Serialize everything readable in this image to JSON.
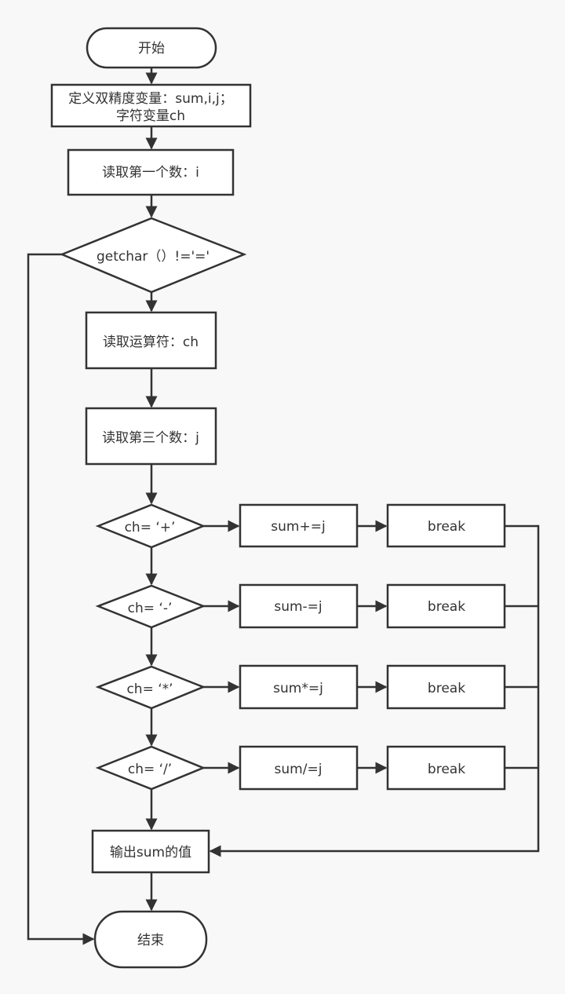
{
  "colors": {
    "background": "#f8f8f8",
    "stroke": "#333333",
    "fill": "#ffffff",
    "text": "#333333"
  },
  "nodes": {
    "start": "开始",
    "declare_line1": "定义双精度变量：sum,i,j；",
    "declare_line2": "字符变量ch",
    "read_first": "读取第一个数：i",
    "loop_cond": "getchar（）!='='",
    "read_op": "读取运算符：ch",
    "read_third": "读取第三个数：j",
    "cond_plus": "ch= ‘+’",
    "op_plus": "sum+=j",
    "break_plus": "break",
    "cond_minus": "ch= ‘-’",
    "op_minus": "sum-=j",
    "break_minus": "break",
    "cond_mul": "ch= ‘*’",
    "op_mul": "sum*=j",
    "break_mul": "break",
    "cond_div": "ch= ‘/’",
    "op_div": "sum/=j",
    "break_div": "break",
    "output": "输出sum的值",
    "end": "结束"
  }
}
